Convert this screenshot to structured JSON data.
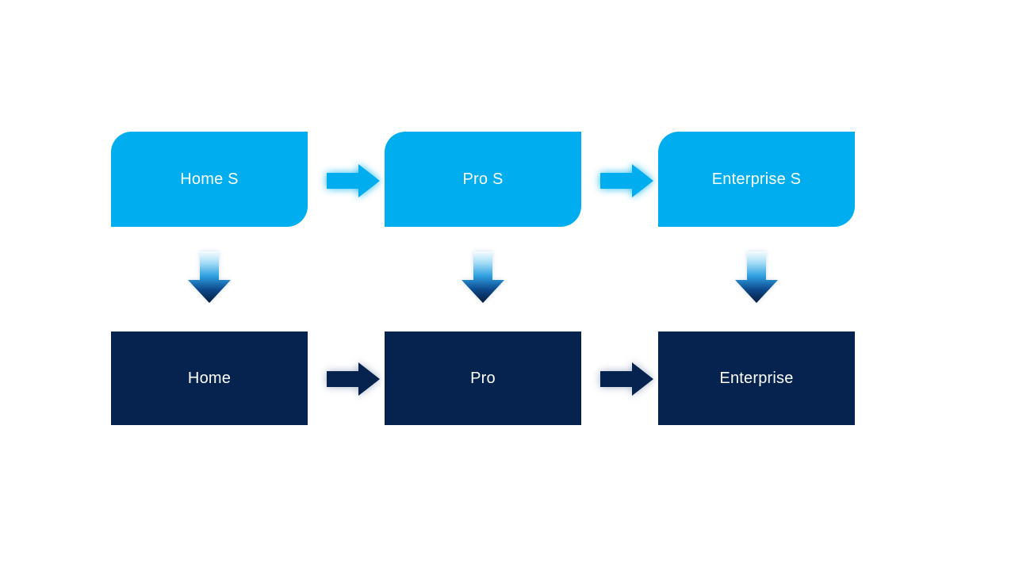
{
  "diagram": {
    "type": "flow",
    "background": "#FFFFFF",
    "colors": {
      "top_node_fill": "#00AEEF",
      "bottom_node_fill": "#05234E",
      "node_text": "#FFFFFF",
      "top_arrow_fill": "#00AEEF",
      "bottom_arrow_fill": "#05234E",
      "down_arrow_gradient_top": "#F7FCFE",
      "down_arrow_gradient_mid": "#2E9FE0",
      "down_arrow_gradient_bottom": "#061C3D"
    },
    "top_row": {
      "shape": "rounded-diagonal-rectangle",
      "nodes": [
        {
          "label": "Home S"
        },
        {
          "label": "Pro S"
        },
        {
          "label": "Enterprise S"
        }
      ]
    },
    "bottom_row": {
      "shape": "rectangle",
      "nodes": [
        {
          "label": "Home"
        },
        {
          "label": "Pro"
        },
        {
          "label": "Enterprise"
        }
      ]
    },
    "connections": {
      "horizontal_top": [
        "Home S -> Pro S",
        "Pro S -> Enterprise S"
      ],
      "horizontal_bottom": [
        "Home -> Pro",
        "Pro -> Enterprise"
      ],
      "vertical": [
        "Home S -> Home",
        "Pro S -> Pro",
        "Enterprise S -> Enterprise"
      ]
    }
  }
}
